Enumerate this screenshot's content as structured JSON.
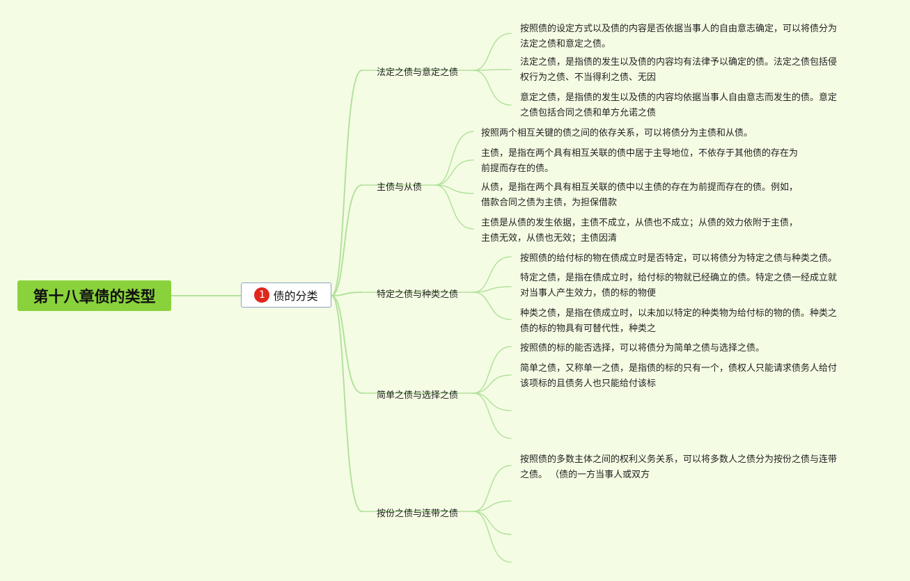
{
  "root": {
    "title": "第十八章债的类型"
  },
  "main": {
    "badge": "1",
    "label": "债的分类"
  },
  "branches": [
    {
      "label": "法定之债与意定之债",
      "leaves": [
        [
          "按照债的设定方式以及债的内容是否依据当事人的自由意志确定，可以将债分为",
          "法定之债和意定之债。"
        ],
        [
          "法定之债，是指债的发生以及债的内容均有法律予以确定的债。法定之债包括侵",
          "权行为之债、不当得利之债、无因"
        ],
        [
          "意定之债，是指债的发生以及债的内容均依据当事人自由意志而发生的债。意定",
          "之债包括合同之债和单方允诺之债"
        ]
      ]
    },
    {
      "label": "主债与从债",
      "leaves": [
        [
          "按照两个相互关键的债之间的依存关系，可以将债分为主债和从债。"
        ],
        [
          "主债，是指在两个具有相互关联的债中居于主导地位，不依存于其他债的存在为",
          "前提而存在的债。"
        ],
        [
          "从债，是指在两个具有相互关联的债中以主债的存在为前提而存在的债。例如，",
          "借款合同之债为主债，为担保借款"
        ],
        [
          "主债是从债的发生依据，主债不成立，从债也不成立；从债的效力依附于主债，",
          "主债无效，从债也无效；主债因清"
        ]
      ]
    },
    {
      "label": "特定之债与种类之债",
      "leaves": [
        [
          "按照债的给付标的物在债成立时是否特定，可以将债分为特定之债与种类之债。"
        ],
        [
          "特定之债，是指在债成立时，给付标的物就已经确立的债。特定之债一经成立就",
          "对当事人产生效力，债的标的物便"
        ],
        [
          "种类之债，是指在债成立时，以未加以特定的种类物为给付标的物的债。种类之",
          "债的标的物具有可替代性，种类之"
        ]
      ]
    },
    {
      "label": "简单之债与选择之债",
      "leaves": [
        [
          "按照债的标的能否选择，可以将债分为简单之债与选择之债。"
        ],
        [
          "简单之债，又称单一之债，是指债的标的只有一个，债权人只能请求债务人给付",
          "该项标的且债务人也只能给付该标"
        ],
        [],
        []
      ]
    },
    {
      "label": "按份之债与连带之债",
      "leaves": [
        [
          "按照债的多数主体之间的权利义务关系，可以将多数人之债分为按份之债与连带",
          "之债。  （债的一方当事人或双方"
        ],
        [],
        [],
        []
      ]
    }
  ],
  "colors": {
    "line": "#b2e29c",
    "root_bg": "#8ad23c",
    "badge_bg": "#e0271d",
    "background": "#f5fce4"
  }
}
